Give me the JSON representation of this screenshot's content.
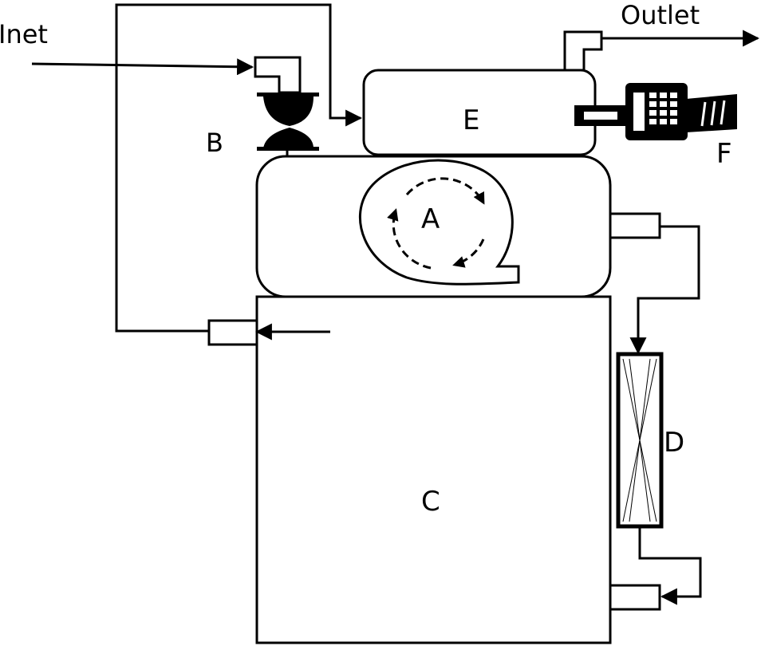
{
  "labels": {
    "inlet": "Inet",
    "outlet": "Outlet",
    "a": "A",
    "b": "B",
    "c": "C",
    "d": "D",
    "e": "E",
    "f": "F"
  },
  "colors": {
    "stroke": "#000000",
    "background": "#ffffff"
  }
}
